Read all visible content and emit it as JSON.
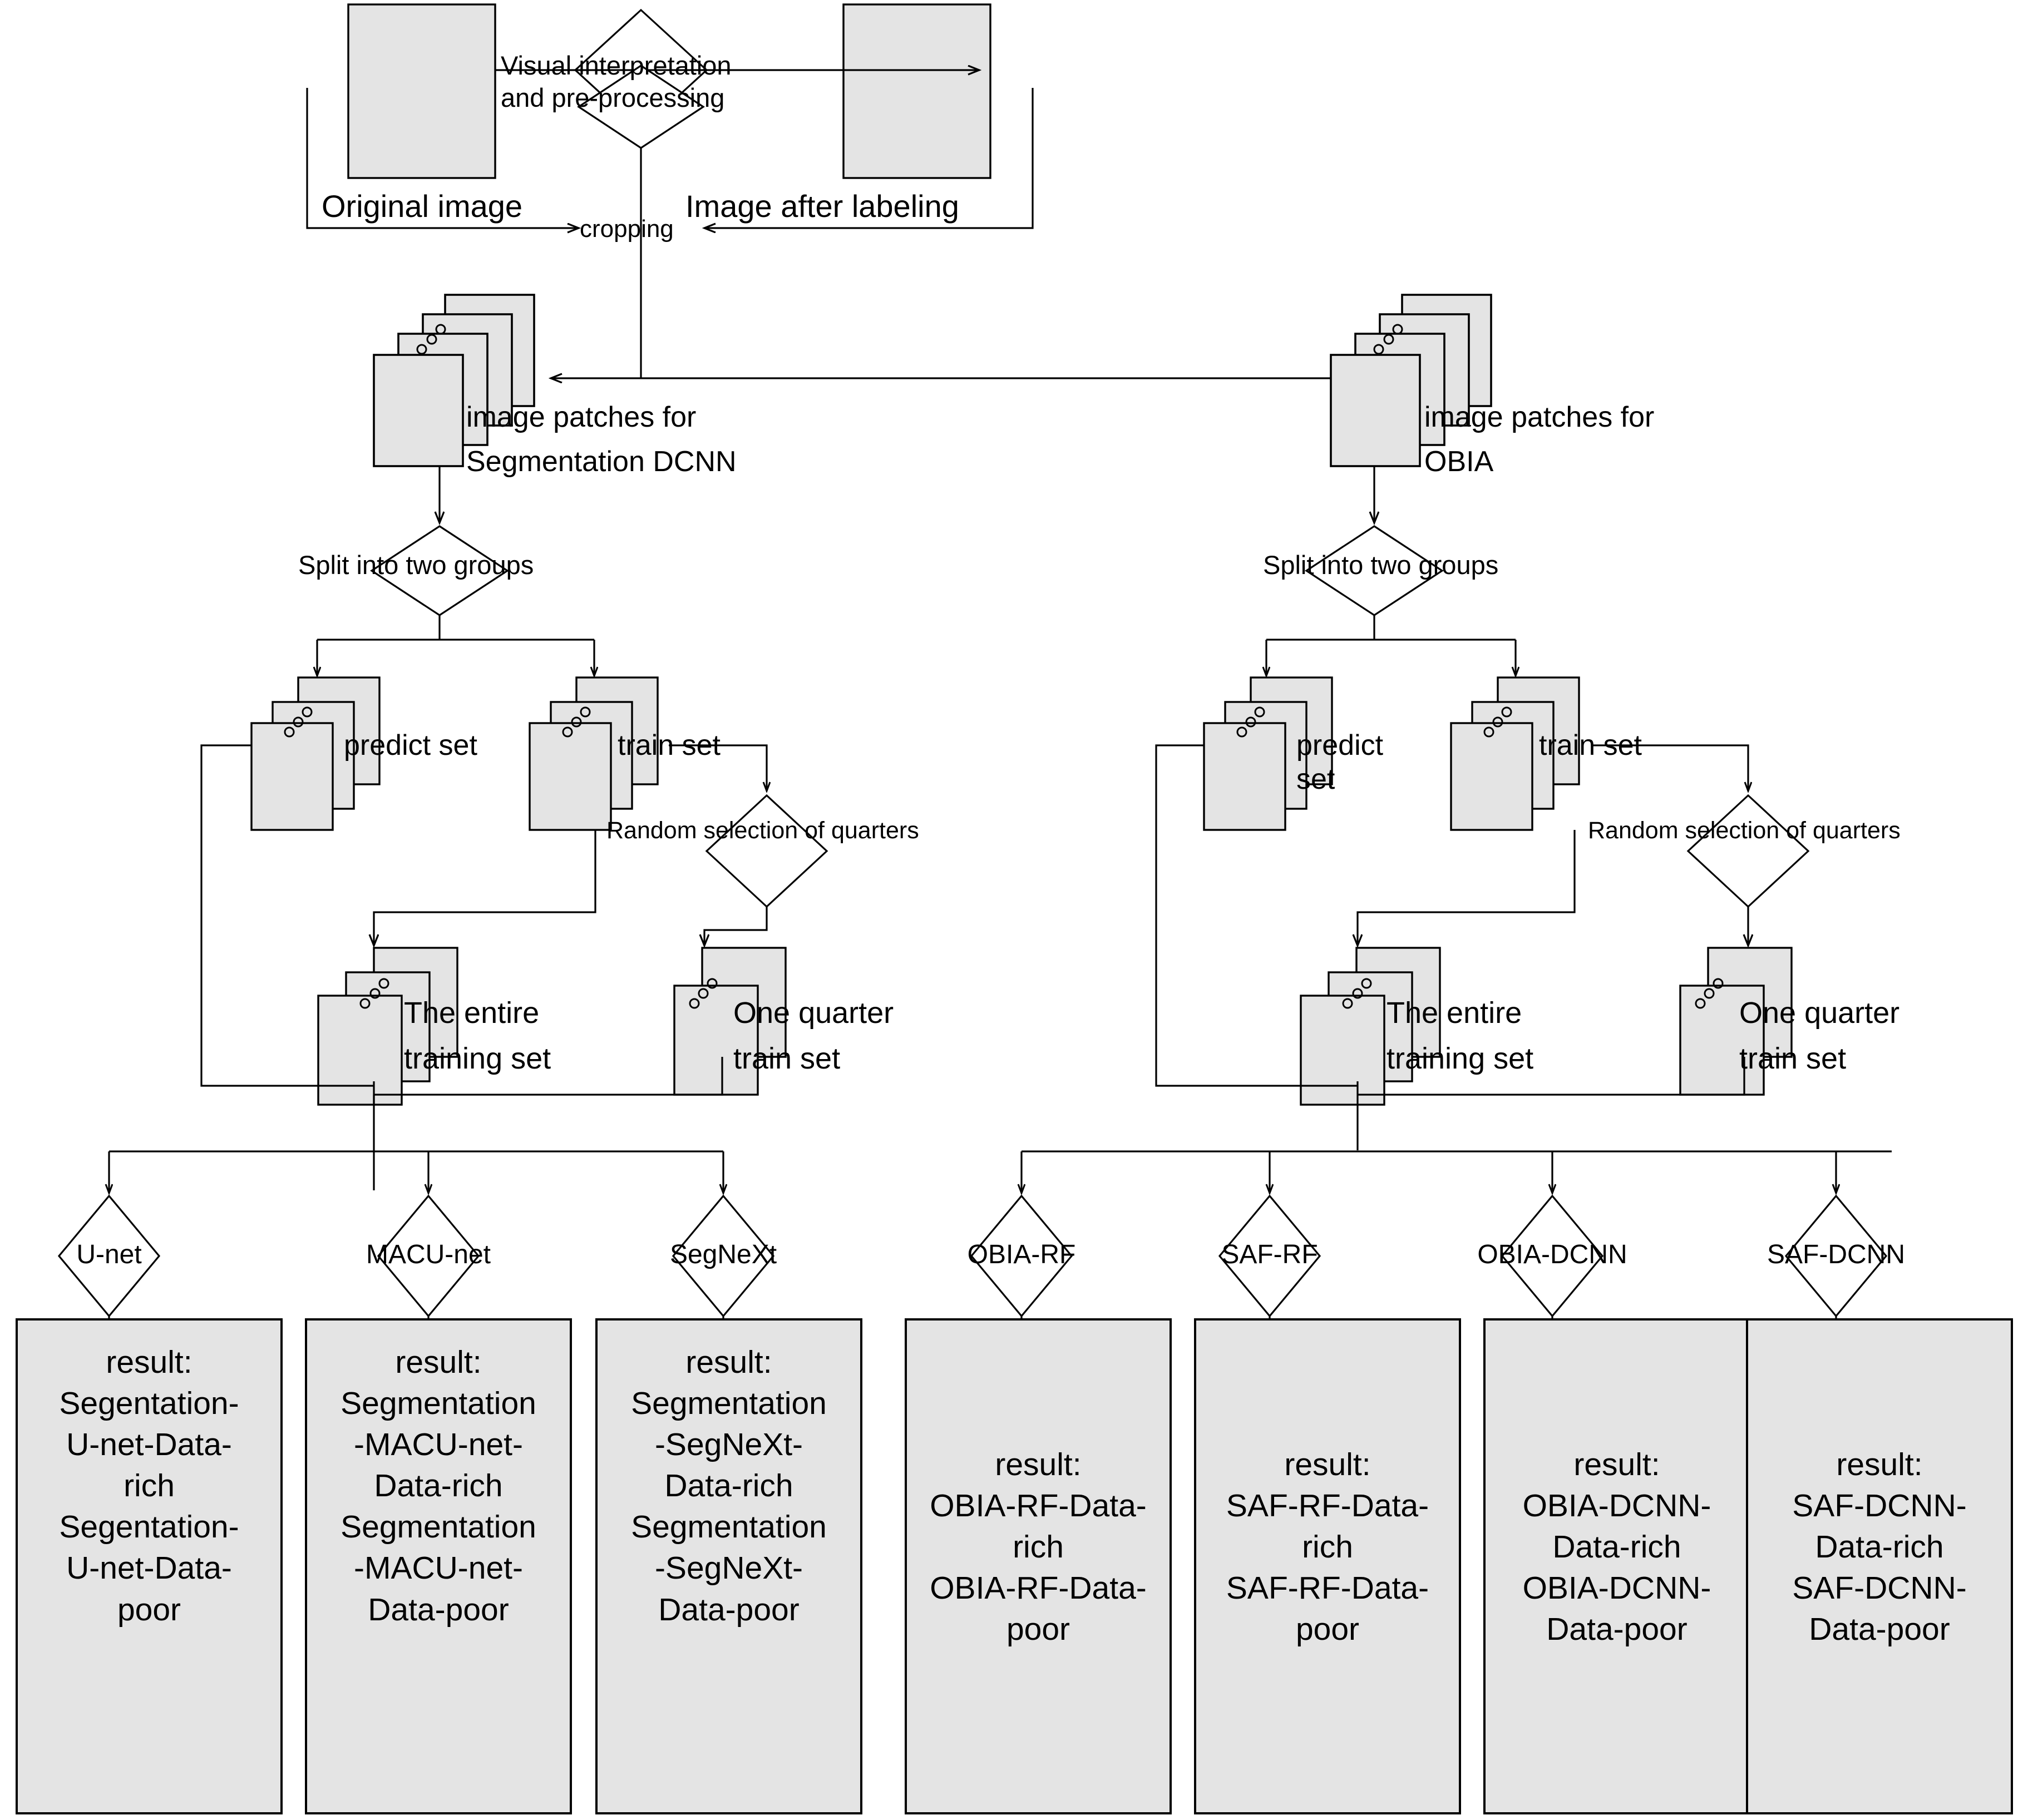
{
  "title": "Workflow of segmentation DCNN and OBIA experiments",
  "colors": {
    "fill_gray": "#E4E4E4",
    "stroke": "#000000",
    "background": "#FFFFFF"
  },
  "top_stage": {
    "original_image_label": "Original image",
    "labeled_image_label": "Image after labeling",
    "process_diamond_line1": "Visual interpretation",
    "process_diamond_line2": "and pre-processing",
    "cropping_diamond": "cropping"
  },
  "branches": [
    {
      "id": "segmentation-dcnn",
      "patches_line1": "image patches for",
      "patches_line2": "Segmentation DCNN",
      "split_diamond": "Split into two groups",
      "predict_set_label": "predict set",
      "train_set_label": "train set",
      "random_diamond": "Random selection of quarters",
      "entire_training_line1": "The entire",
      "entire_training_line2": "training set",
      "one_quarter_line1": "One quarter",
      "one_quarter_line2": "train set",
      "models": [
        {
          "name": "U-net",
          "result_lines": [
            "result:",
            "Segentation-",
            "U-net-Data-",
            "rich",
            "Segentation-",
            "U-net-Data-",
            "poor"
          ]
        },
        {
          "name": "MACU-net",
          "result_lines": [
            "result:",
            "Segmentation",
            "-MACU-net-",
            "Data-rich",
            "Segmentation",
            "-MACU-net-",
            "Data-poor"
          ]
        },
        {
          "name": "SegNeXt",
          "result_lines": [
            "result:",
            "Segmentation",
            "-SegNeXt-",
            "Data-rich",
            "Segmentation",
            "-SegNeXt-",
            "Data-poor"
          ]
        }
      ]
    },
    {
      "id": "obia",
      "patches_line1": "image patches for",
      "patches_line2": "OBIA",
      "split_diamond": "Split into two groups",
      "predict_set_label": "predict\nset",
      "train_set_label": "train set",
      "random_diamond": "Random selection of quarters",
      "entire_training_line1": "The entire",
      "entire_training_line2": "training set",
      "one_quarter_line1": "One quarter",
      "one_quarter_line2": "train set",
      "models": [
        {
          "name": "OBIA-RF",
          "result_lines": [
            "result:",
            "OBIA-RF-Data-",
            "rich",
            "OBIA-RF-Data-",
            "poor"
          ]
        },
        {
          "name": "SAF-RF",
          "result_lines": [
            "result:",
            "SAF-RF-Data-",
            "rich",
            "SAF-RF-Data-",
            "poor"
          ]
        },
        {
          "name": "OBIA-DCNN",
          "result_lines": [
            "result:",
            "OBIA-DCNN-",
            "Data-rich",
            "OBIA-DCNN-",
            "Data-poor"
          ]
        },
        {
          "name": "SAF-DCNN",
          "result_lines": [
            "result:",
            "SAF-DCNN-",
            "Data-rich",
            "SAF-DCNN-",
            "Data-poor"
          ]
        }
      ]
    }
  ]
}
